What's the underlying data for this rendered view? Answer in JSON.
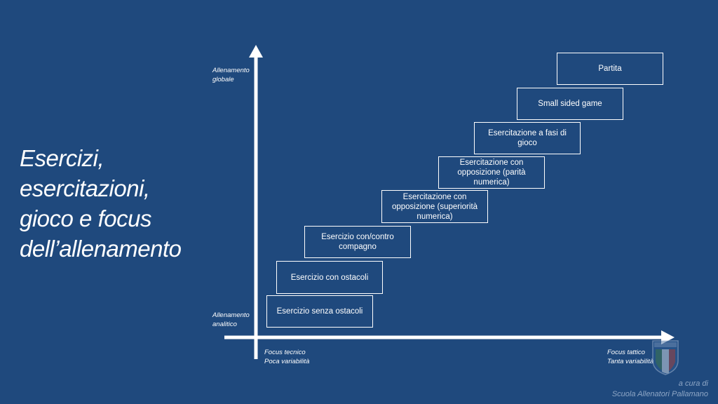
{
  "title_lines": [
    "Esercizi,",
    "esercitazioni,",
    "gioco  e focus",
    "dell’allenamento"
  ],
  "y_axis": {
    "top_label": "Allenamento\nglobale",
    "bottom_label": "Allenamento\nanalitico"
  },
  "x_axis": {
    "left_label": "Focus tecnico\nPoca variabilità",
    "right_label": "Focus tattico\nTanta variabilità"
  },
  "steps": [
    "Esercizio senza ostacoli",
    "Esercizio con ostacoli",
    "Esercizio con/contro compagno",
    "Esercitazione con opposizione (superiorità numerica)",
    "Esercitazione con opposizione (parità numerica)",
    "Esercitazione a fasi di gioco",
    "Small sided game",
    "Partita"
  ],
  "credit": {
    "line1": "a cura di",
    "line2": "Scuola Allenatori Pallamano"
  },
  "colors": {
    "background": "#1f497d",
    "foreground": "#ffffff",
    "credit": "#8fa7c6"
  },
  "icons": {
    "logo": "federation-shield-logo"
  }
}
